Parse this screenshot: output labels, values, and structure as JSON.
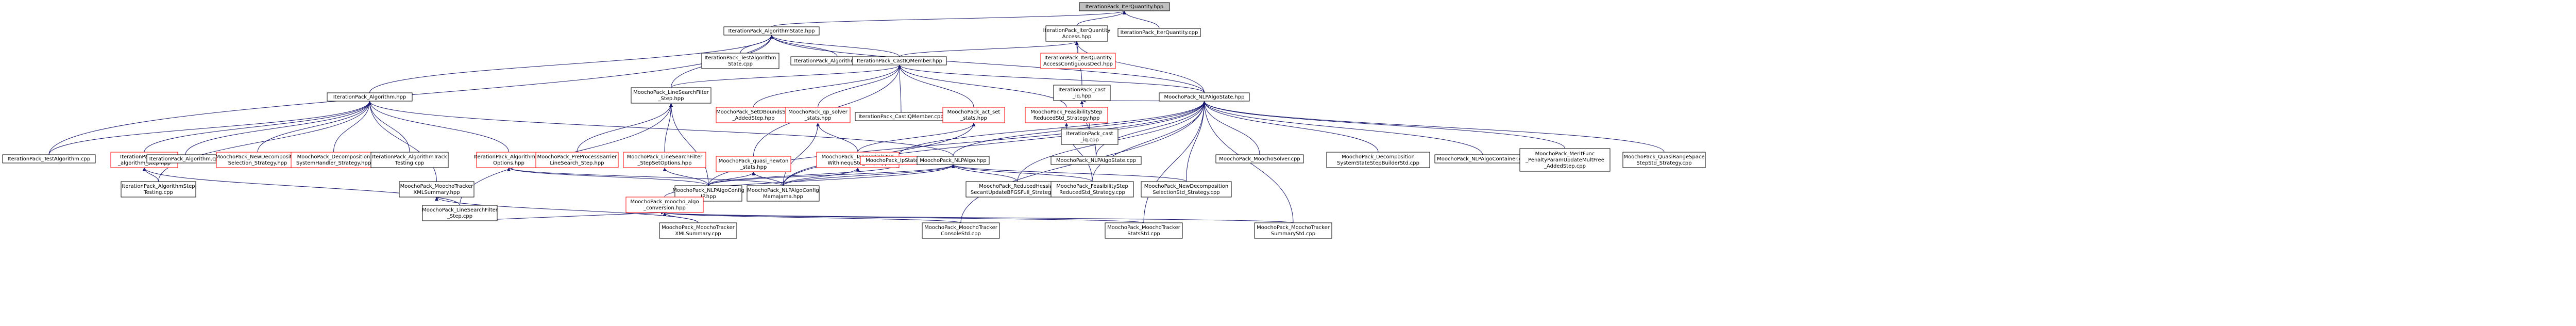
{
  "colors": {
    "edge": "#191970",
    "node_border": "#000000",
    "node_border_missing": "#ff0000",
    "focus_fill": "#bfbfbf",
    "node_fill": "#ffffff"
  },
  "nodes": [
    {
      "id": "iq_hpp",
      "lines": [
        "IterationPack_IterQuantity.hpp"
      ],
      "focus": true
    },
    {
      "id": "algostate_hpp",
      "lines": [
        "IterationPack_AlgorithmState.hpp"
      ]
    },
    {
      "id": "iqaccess_hpp",
      "lines": [
        "IterationPack_IterQuantity",
        "Access.hpp"
      ]
    },
    {
      "id": "iq_cpp",
      "lines": [
        "IterationPack_IterQuantity.cpp"
      ]
    },
    {
      "id": "testalgo_state_cpp",
      "lines": [
        "IterationPack_TestAlgorithm",
        "State.cpp"
      ]
    },
    {
      "id": "algostate_cpp",
      "lines": [
        "IterationPack_AlgorithmState.cpp"
      ]
    },
    {
      "id": "castiqmember_hpp",
      "lines": [
        "IterationPack_CastIQMember.hpp"
      ]
    },
    {
      "id": "iqaccess_contig_hpp",
      "lines": [
        "IterationPack_IterQuantity",
        "AccessContiguousDecl.hpp"
      ],
      "missing": true
    },
    {
      "id": "cast_iq_hpp",
      "lines": [
        "IterationPack_cast",
        "_iq.hpp"
      ]
    },
    {
      "id": "algorithm_hpp",
      "lines": [
        "IterationPack_Algorithm.hpp"
      ]
    },
    {
      "id": "lsfilter_step_hpp",
      "lines": [
        "MoochoPack_LineSearchFilter",
        "_Step.hpp"
      ]
    },
    {
      "id": "setdbounds_hpp",
      "lines": [
        "MoochoPack_SetDBoundsStd",
        "_AddedStep.hpp"
      ],
      "missing": true
    },
    {
      "id": "qpsolver_stats_hpp",
      "lines": [
        "MoochoPack_qp_solver",
        "_stats.hpp"
      ],
      "missing": true
    },
    {
      "id": "castiqmember_cpp",
      "lines": [
        "IterationPack_CastIQMember.cpp"
      ]
    },
    {
      "id": "act_set_stats_hpp",
      "lines": [
        "MoochoPack_act_set",
        "_stats.hpp"
      ],
      "missing": true
    },
    {
      "id": "feasibility_red_hpp",
      "lines": [
        "MoochoPack_FeasibilityStep",
        "ReducedStd_Strategy.hpp"
      ],
      "missing": true
    },
    {
      "id": "cast_iq_cpp",
      "lines": [
        "IterationPack_cast",
        "_iq.cpp"
      ]
    },
    {
      "id": "nlpalgostate_hpp",
      "lines": [
        "MoochoPack_NLPAlgoState.hpp"
      ]
    },
    {
      "id": "testalgo_cpp",
      "lines": [
        "IterationPack_TestAlgorithm.cpp"
      ]
    },
    {
      "id": "print_algo_step_hpp",
      "lines": [
        "IterationPack_print",
        "_algorithm_step.hpp"
      ],
      "missing": true
    },
    {
      "id": "algorithm_cpp",
      "lines": [
        "IterationPack_Algorithm.cpp"
      ]
    },
    {
      "id": "newdecomp_sel_hpp",
      "lines": [
        "MoochoPack_NewDecomposition",
        "Selection_Strategy.hpp"
      ],
      "missing": true
    },
    {
      "id": "decomp_handler_hpp",
      "lines": [
        "MoochoPack_Decomposition",
        "SystemHandler_Strategy.hpp"
      ],
      "missing": true
    },
    {
      "id": "algotrack_testing_cpp",
      "lines": [
        "IterationPack_AlgorithmTrack",
        "Testing.cpp"
      ]
    },
    {
      "id": "algoset_options_hpp",
      "lines": [
        "IterationPack_AlgorithmSet",
        "Options.hpp"
      ],
      "missing": true
    },
    {
      "id": "prepro_ls_hpp",
      "lines": [
        "MoochoPack_PreProcessBarrier",
        "LineSearch_Step.hpp"
      ],
      "missing": true
    },
    {
      "id": "lsfilter_setopts_hpp",
      "lines": [
        "MoochoPack_LineSearchFilter",
        "_StepSetOptions.hpp"
      ],
      "missing": true
    },
    {
      "id": "quasi_newton_hpp",
      "lines": [
        "MoochoPack_quasi_newton",
        "_stats.hpp"
      ],
      "missing": true
    },
    {
      "id": "tangential_hpp",
      "lines": [
        "MoochoPack_TangentialStep",
        "WithinequStd_Step.hpp"
      ],
      "missing": true
    },
    {
      "id": "nlpalgostate_cpp",
      "lines": [
        "MoochoPack_NLPAlgoState.cpp"
      ]
    },
    {
      "id": "ipstate_hpp",
      "lines": [
        "MoochoPack_IpState.hpp"
      ],
      "missing": true
    },
    {
      "id": "nlpalgo_hpp",
      "lines": [
        "MoochoPack_NLPAlgo.hpp"
      ]
    },
    {
      "id": "moochosolver_cpp",
      "lines": [
        "MoochoPack_MoochoSolver.cpp"
      ]
    },
    {
      "id": "decomp_builder_cpp",
      "lines": [
        "MoochoPack_Decomposition",
        "SystemStateStepBuilderStd.cpp"
      ]
    },
    {
      "id": "nlpalgocontainer_cpp",
      "lines": [
        "MoochoPack_NLPAlgoContainer.cpp"
      ]
    },
    {
      "id": "meritfunc_cpp",
      "lines": [
        "MoochoPack_MeritFunc",
        "_PenaltyParamUpdateMultFree",
        "_AddedStep.cpp"
      ]
    },
    {
      "id": "quasirange_cpp",
      "lines": [
        "MoochoPack_QuasiRangeSpace",
        "StepStd_Strategy.cpp"
      ]
    },
    {
      "id": "algostep_testing_cpp",
      "lines": [
        "IterationPack_AlgorithmStep",
        "Testing.cpp"
      ]
    },
    {
      "id": "mtrack_xml_hpp",
      "lines": [
        "MoochoPack_MoochoTracker",
        "XMLSummary.hpp"
      ]
    },
    {
      "id": "nlpalgoconfig_ip_hpp",
      "lines": [
        "MoochoPack_NLPAlgoConfig",
        "IP.hpp"
      ]
    },
    {
      "id": "nlpalgoconfig_mama_hpp",
      "lines": [
        "MoochoPack_NLPAlgoConfig",
        "MamaJama.hpp"
      ]
    },
    {
      "id": "reduced_hessian_cpp",
      "lines": [
        "MoochoPack_ReducedHessian",
        "SecantUpdateBFGSFull_Strategy.cpp"
      ]
    },
    {
      "id": "feasibility_red_cpp",
      "lines": [
        "MoochoPack_FeasibilityStep",
        "ReducedStd_Strategy.cpp"
      ]
    },
    {
      "id": "newdecomp_sel_cpp",
      "lines": [
        "MoochoPack_NewDecomposition",
        "SelectionStd_Strategy.cpp"
      ]
    },
    {
      "id": "moochoalgo_conv_hpp",
      "lines": [
        "MoochoPack_moocho_algo",
        "_conversion.hpp"
      ],
      "missing": true
    },
    {
      "id": "lsfilter_step_cpp",
      "lines": [
        "MoochoPack_LineSearchFilter",
        "_Step.cpp"
      ]
    },
    {
      "id": "mtrack_xml_cpp",
      "lines": [
        "MoochoPack_MoochoTracker",
        "XMLSummary.cpp"
      ]
    },
    {
      "id": "mtrack_console_cpp",
      "lines": [
        "MoochoPack_MoochoTracker",
        "ConsoleStd.cpp"
      ]
    },
    {
      "id": "mtrack_stats_cpp",
      "lines": [
        "MoochoPack_MoochoTracker",
        "StatsStd.cpp"
      ]
    },
    {
      "id": "mtrack_summary_cpp",
      "lines": [
        "MoochoPack_MoochoTracker",
        "SummaryStd.cpp"
      ]
    }
  ]
}
